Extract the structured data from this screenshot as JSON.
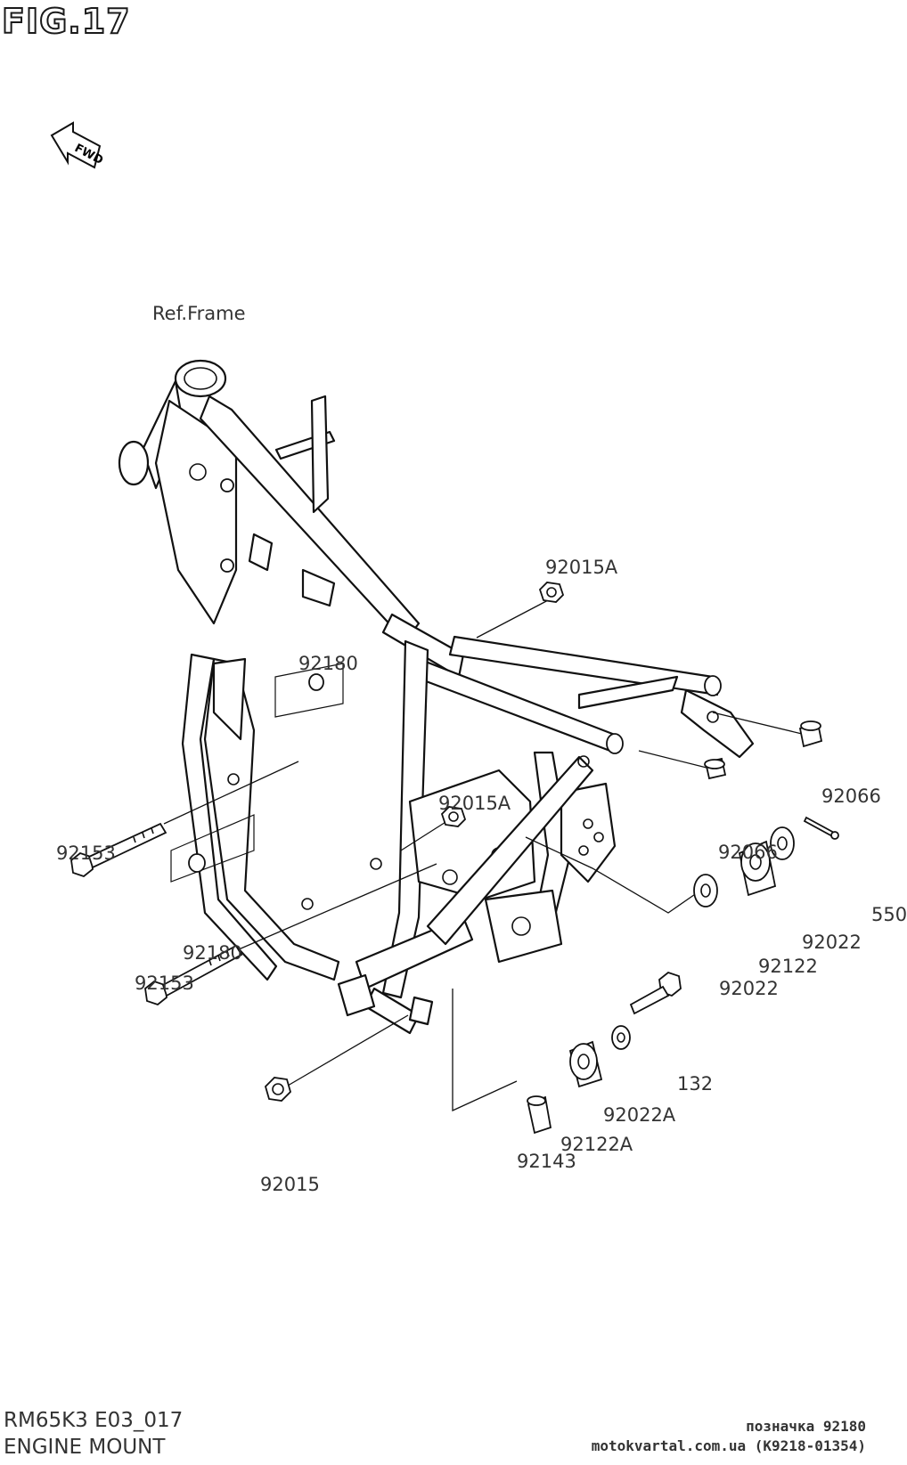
{
  "figure": {
    "title": "FIG.17"
  },
  "fwd_arrow": {
    "label": "FWD"
  },
  "labels": {
    "ref_frame": "Ref.Frame",
    "p92015A_top": "92015A",
    "p92180_top": "92180",
    "p92066_right": "92066",
    "p92015A_mid": "92015A",
    "p92066_mid": "92066",
    "p92153_top": "92153",
    "p92180_mid": "92180",
    "p550": "550",
    "p92022_right": "92022",
    "p92122": "92122",
    "p92022_left": "92022",
    "p92153_bottom": "92153",
    "p132": "132",
    "p92022A": "92022A",
    "p92122A": "92122A",
    "p92143": "92143",
    "p92015": "92015"
  },
  "footer": {
    "model_code": "RM65K3 E03_017",
    "section_name": "ENGINE MOUNT",
    "marker": "позначка 92180",
    "site": "motokvartal.com.ua (K9218-01354)"
  }
}
